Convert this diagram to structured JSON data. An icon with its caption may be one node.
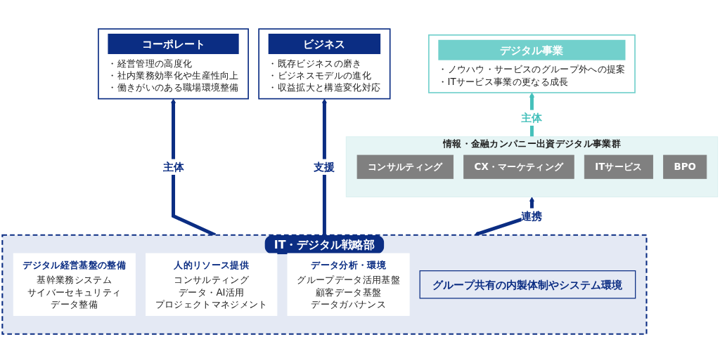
{
  "diagram": {
    "nodes": [
      {
        "text": [
          "コーポレート",
          "・経営管理の高度化",
          "・社内業務効率化や生産性向上",
          "・働きがいのある職場環境整備"
        ]
      },
      {
        "text": [
          "ビジネス",
          "・既存ビジネスの磨き",
          "・ビジネスモデルの進化",
          "・収益拡大と構造変化対応"
        ]
      },
      {
        "text": [
          "デジタル事業",
          "・ノウハウ・サービスのグループ外への提案",
          "・ITサービス事業の更なる成長"
        ]
      },
      {
        "text": [
          "IT・デジタル戦略部"
        ]
      },
      {
        "text": [
          "デジタル経営基盤の整備",
          "基幹業務システム",
          "サイバーセキュリティ",
          "データ整備"
        ],
        "in": 3
      },
      {
        "text": [
          "人的リソース提供",
          "コンサルティング",
          "データ・AI活用",
          "プロジェクトマネジメント"
        ],
        "in": 3
      },
      {
        "text": [
          "データ分析・環境",
          "グループデータ活用基盤",
          "顧客データ基盤",
          "データガバナンス"
        ],
        "in": 3
      },
      {
        "text": [
          "グループ共有の内製体制やシステム環境"
        ],
        "in": 3
      },
      {
        "text": [
          "情報・金融カンパニー出資デジタル事業群"
        ]
      },
      {
        "text": [
          "コンサルティング"
        ],
        "in": 8
      },
      {
        "text": [
          "CX・マーケティング"
        ],
        "in": 8
      },
      {
        "text": [
          "ITサービス"
        ],
        "in": 8
      },
      {
        "text": [
          "BPO"
        ],
        "in": 8
      }
    ],
    "edges": [
      {
        "from": 3,
        "to": 0,
        "arrow": "to",
        "label": "主体"
      },
      {
        "from": 3,
        "to": 1,
        "arrow": "to",
        "label": "支援"
      },
      {
        "from": 8,
        "to": 2,
        "arrow": "to",
        "label": "主体",
        "color": "#45c0bb"
      },
      {
        "from": 3,
        "to": 8,
        "arrow": "both",
        "label": "連携"
      }
    ]
  }
}
